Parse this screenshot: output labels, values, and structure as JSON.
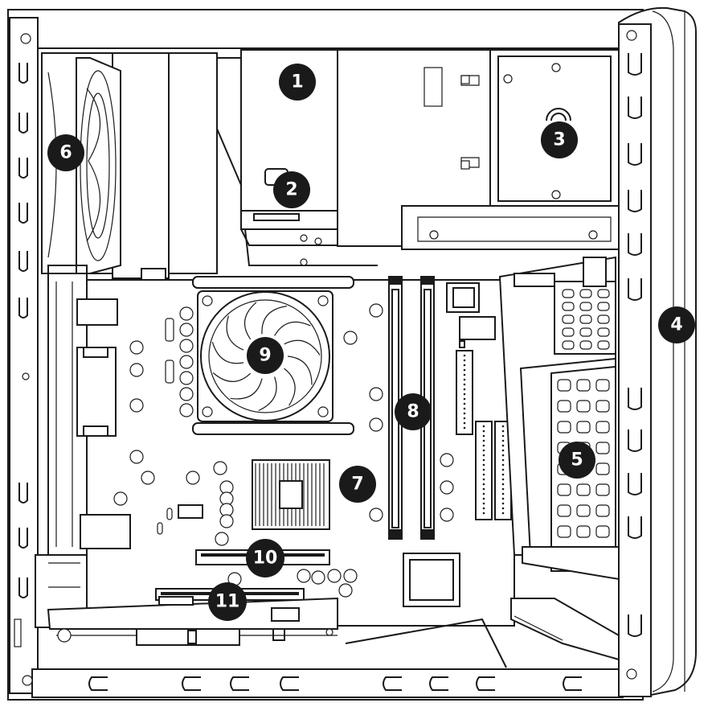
{
  "callouts": [
    {
      "id": "1",
      "label": "1"
    },
    {
      "id": "2",
      "label": "2"
    },
    {
      "id": "3",
      "label": "3"
    },
    {
      "id": "4",
      "label": "4"
    },
    {
      "id": "5",
      "label": "5"
    },
    {
      "id": "6",
      "label": "6"
    },
    {
      "id": "7",
      "label": "7"
    },
    {
      "id": "8",
      "label": "8"
    },
    {
      "id": "9",
      "label": "9"
    },
    {
      "id": "10",
      "label": "10"
    },
    {
      "id": "11",
      "label": "11"
    }
  ],
  "colors": {
    "line": "#1a1a1a",
    "fill": "#ffffff",
    "callout": "#1a1a1a",
    "shade": "#d9d9d9"
  }
}
